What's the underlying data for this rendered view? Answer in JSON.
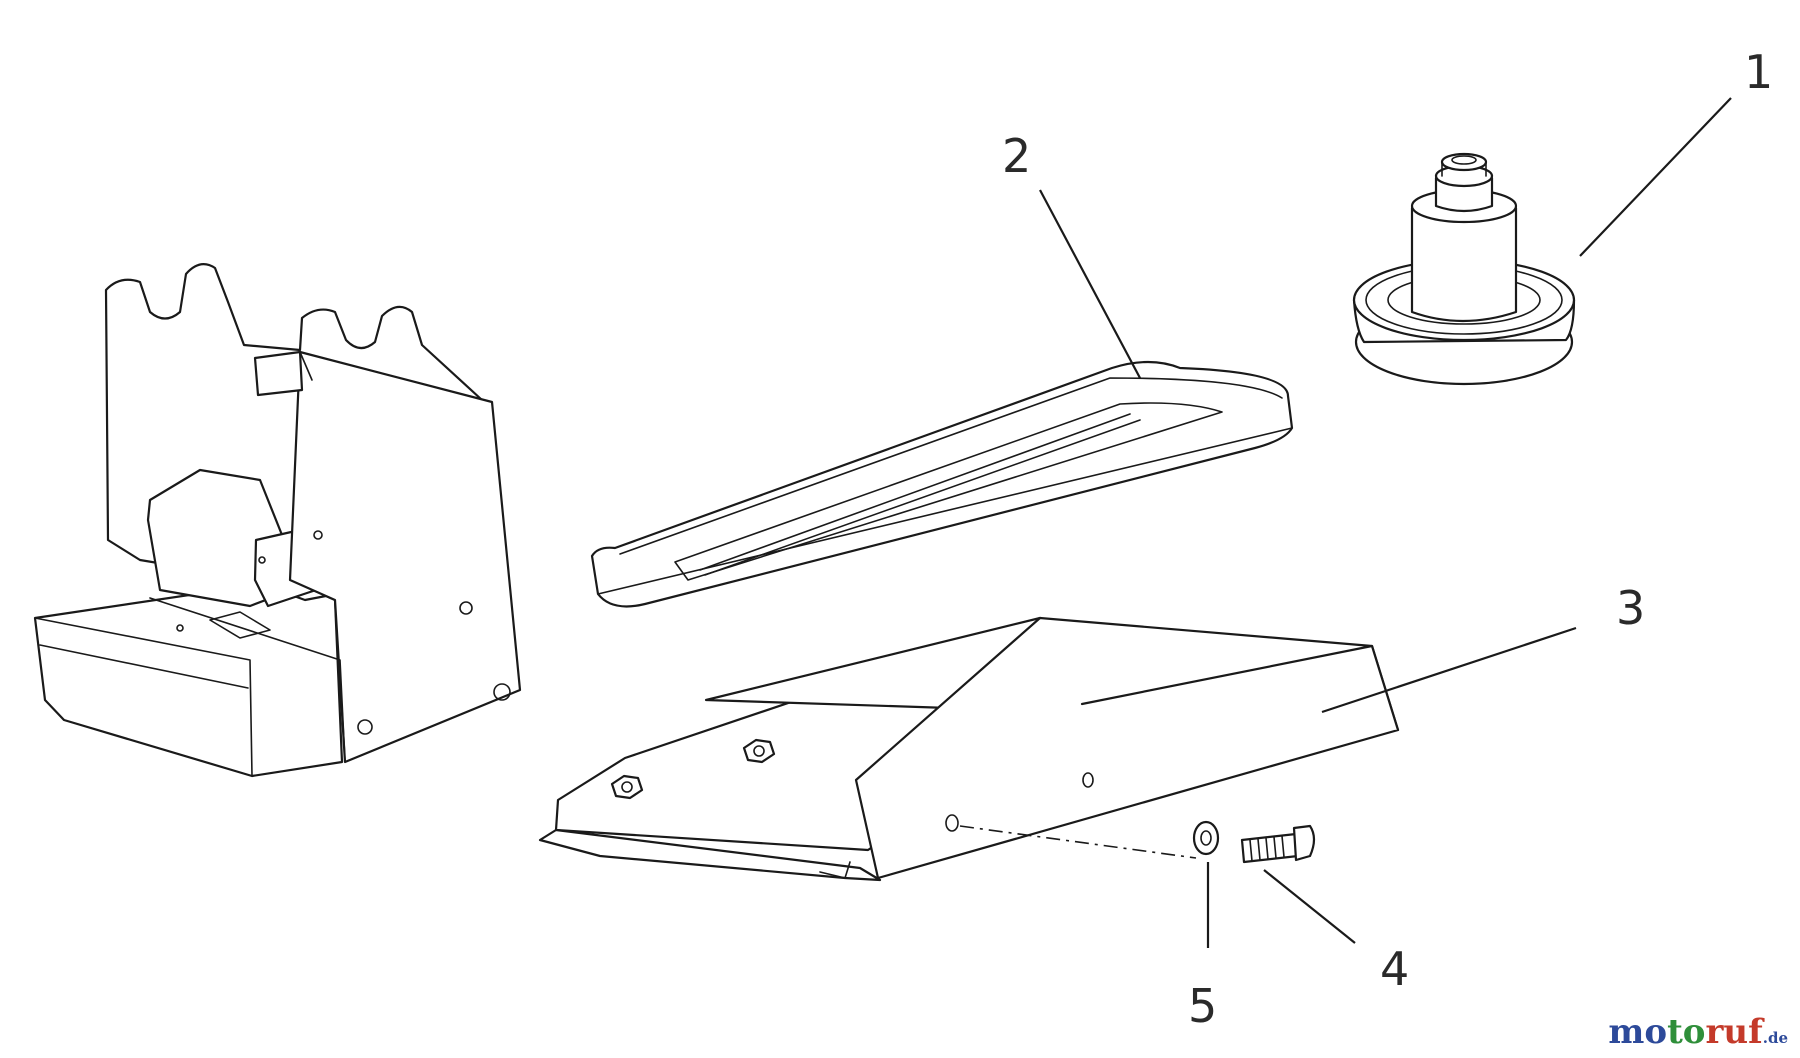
{
  "callouts": [
    {
      "id": 1,
      "label": "1"
    },
    {
      "id": 2,
      "label": "2"
    },
    {
      "id": 3,
      "label": "3"
    },
    {
      "id": 4,
      "label": "4"
    },
    {
      "id": 5,
      "label": "5"
    }
  ],
  "watermark": {
    "part1": "mo",
    "part2": "to",
    "part3": "ruf",
    "tld": ".de",
    "colors": {
      "blue": "#2d4a9a",
      "green": "#2f8f3a",
      "red": "#c43a2a"
    }
  }
}
